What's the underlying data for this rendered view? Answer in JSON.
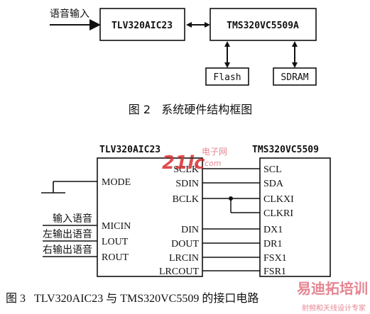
{
  "figure2": {
    "input_label": "语音输入",
    "codec_label": "TLV320AIC23",
    "dsp_label": "TMS320VC5509A",
    "flash_label": "Flash",
    "sdram_label": "SDRAM",
    "caption": "图 2   系统硬件结构框图"
  },
  "figure3": {
    "left_chip_title": "TLV320AIC23",
    "right_chip_title": "TMS320VC5509",
    "left_pins": [
      "MODE",
      "MICIN",
      "LOUT",
      "ROUT"
    ],
    "left_right_pins": [
      "SCLK",
      "SDIN",
      "BCLK",
      "DIN",
      "DOUT",
      "LRCIN",
      "LRCOUT"
    ],
    "right_pins": [
      "SCL",
      "SDA",
      "CLKXI",
      "CLKRI",
      "DX1",
      "DR1",
      "FSX1",
      "FSR1"
    ],
    "audio_labels": [
      "输入语音",
      "左输出语音",
      "右输出语音"
    ],
    "caption": "图 3   TLV320AIC23 与 TMS320VC5509 的接口电路"
  },
  "watermarks": {
    "top_logo": "21ic",
    "top_text": "电子网",
    "top_domain": "com",
    "bottom_text": "易迪拓培训",
    "bottom_sub": "射频和天线设计专家"
  },
  "colors": {
    "ink": "#111111",
    "watermark_red": "#d83030",
    "watermark_pink": "#e07080"
  }
}
